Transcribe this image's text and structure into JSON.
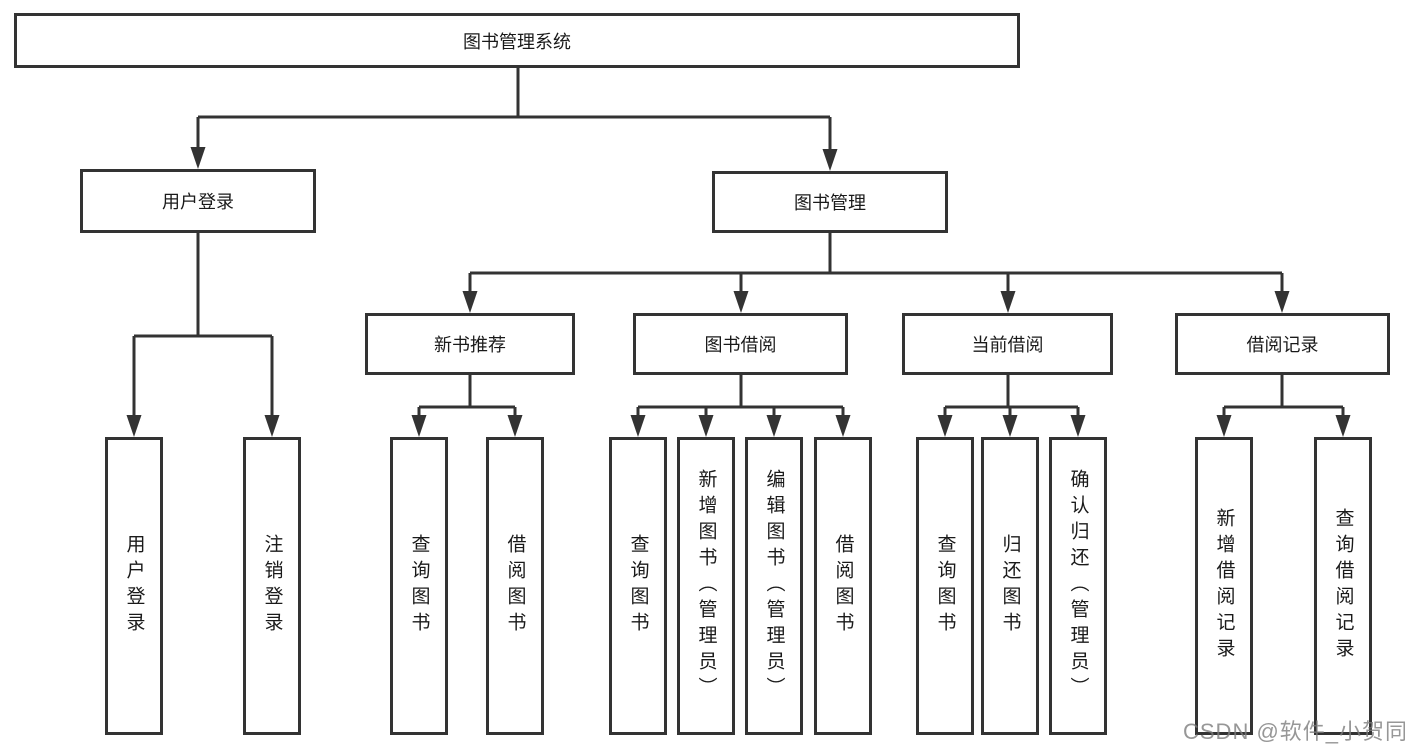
{
  "diagram_type": "hierarchy-tree",
  "colors": {
    "background": "#ffffff",
    "box_border": "#333333",
    "connector_line": "#333333",
    "text": "#1a1a1a",
    "watermark_text": "#7d7d7d"
  },
  "tree": {
    "root": {
      "label": "图书管理系统"
    },
    "children": [
      {
        "label": "用户登录",
        "children": [
          {
            "label": "用户登录"
          },
          {
            "label": "注销登录"
          }
        ]
      },
      {
        "label": "图书管理",
        "children": [
          {
            "label": "新书推荐",
            "children": [
              {
                "label": "查询图书"
              },
              {
                "label": "借阅图书"
              }
            ]
          },
          {
            "label": "图书借阅",
            "children": [
              {
                "label": "查询图书"
              },
              {
                "label": "新增图书（管理员）"
              },
              {
                "label": "编辑图书（管理员）"
              },
              {
                "label": "借阅图书"
              }
            ]
          },
          {
            "label": "当前借阅",
            "children": [
              {
                "label": "查询图书"
              },
              {
                "label": "归还图书"
              },
              {
                "label": "确认归还（管理员）"
              }
            ]
          },
          {
            "label": "借阅记录",
            "children": [
              {
                "label": "新增借阅记录"
              },
              {
                "label": "查询借阅记录"
              }
            ]
          }
        ]
      }
    ]
  },
  "watermark": {
    "text": "CSDN @软件_小贺同学"
  }
}
